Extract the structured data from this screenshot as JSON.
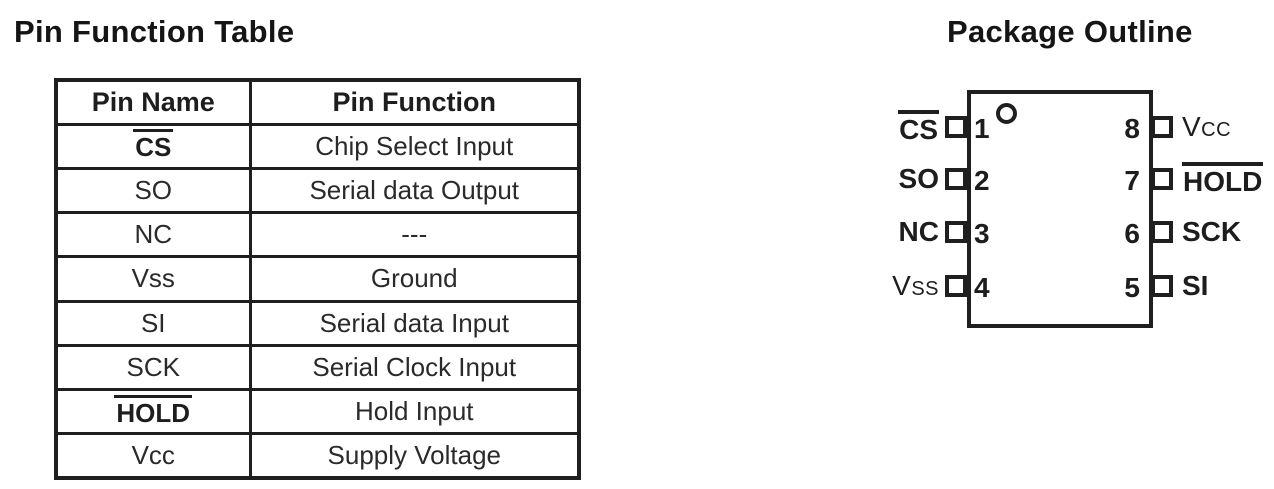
{
  "pin_table": {
    "title": "Pin Function Table",
    "headers": [
      "Pin Name",
      "Pin Function"
    ],
    "rows": [
      {
        "pin": "CS",
        "overline": true,
        "function": "Chip Select Input"
      },
      {
        "pin": "SO",
        "overline": false,
        "function": "Serial data Output"
      },
      {
        "pin": "NC",
        "overline": false,
        "function": "---"
      },
      {
        "pin": "Vss",
        "overline": false,
        "function": "Ground"
      },
      {
        "pin": "SI",
        "overline": false,
        "function": "Serial data Input"
      },
      {
        "pin": "SCK",
        "overline": false,
        "function": "Serial Clock Input"
      },
      {
        "pin": "HOLD",
        "overline": true,
        "function": "Hold Input"
      },
      {
        "pin": "Vcc",
        "overline": false,
        "function": "Supply Voltage"
      }
    ]
  },
  "package": {
    "title": "Package Outline",
    "left_pins": [
      {
        "number": "1",
        "label": "CS",
        "overline": true
      },
      {
        "number": "2",
        "label": "SO",
        "overline": false
      },
      {
        "number": "3",
        "label": "NC",
        "overline": false
      },
      {
        "number": "4",
        "label": "Vss",
        "overline": false
      }
    ],
    "right_pins": [
      {
        "number": "8",
        "label": "Vcc",
        "overline": false
      },
      {
        "number": "7",
        "label": "HOLD",
        "overline": true
      },
      {
        "number": "6",
        "label": "SCK",
        "overline": false
      },
      {
        "number": "5",
        "label": "SI",
        "overline": false
      }
    ]
  },
  "colors": {
    "ink": "#1f1f1f",
    "background": "#ffffff"
  }
}
